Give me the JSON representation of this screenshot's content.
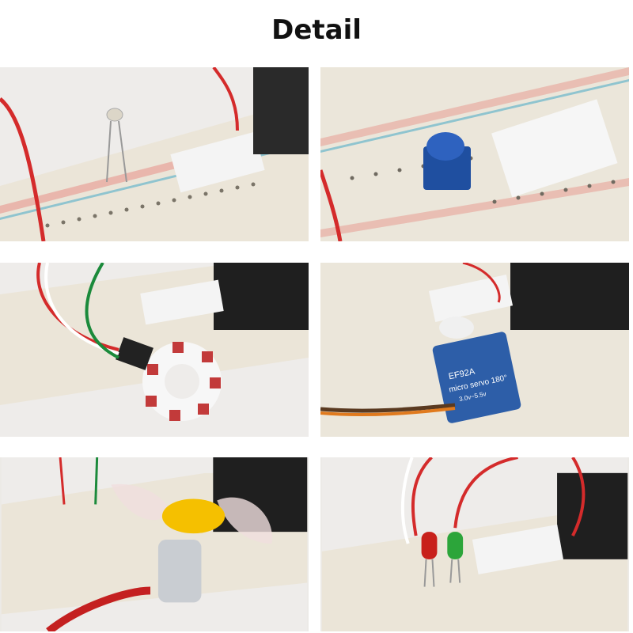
{
  "title": "Detail",
  "photos": [
    {
      "subject": "photoresistor on breadboard"
    },
    {
      "subject": "blue potentiometer on breadboard"
    },
    {
      "subject": "RGB LED ring with jumper wires"
    },
    {
      "subject": "micro servo on breadboard",
      "label_line1": "EF92A",
      "label_line2": "micro servo 180°",
      "label_line3": "3.0v~5.5v"
    },
    {
      "subject": "DC motor with propeller and alligator clips"
    },
    {
      "subject": "red and green LEDs on breadboard"
    }
  ],
  "colors": {
    "breadboard": "#ece7db",
    "hole": "#6f6a60",
    "red_rail": "#e8a39a",
    "blue_rail": "#8fc4cf",
    "header": "#1c1c1c",
    "pcb": "#f4f4f4"
  }
}
